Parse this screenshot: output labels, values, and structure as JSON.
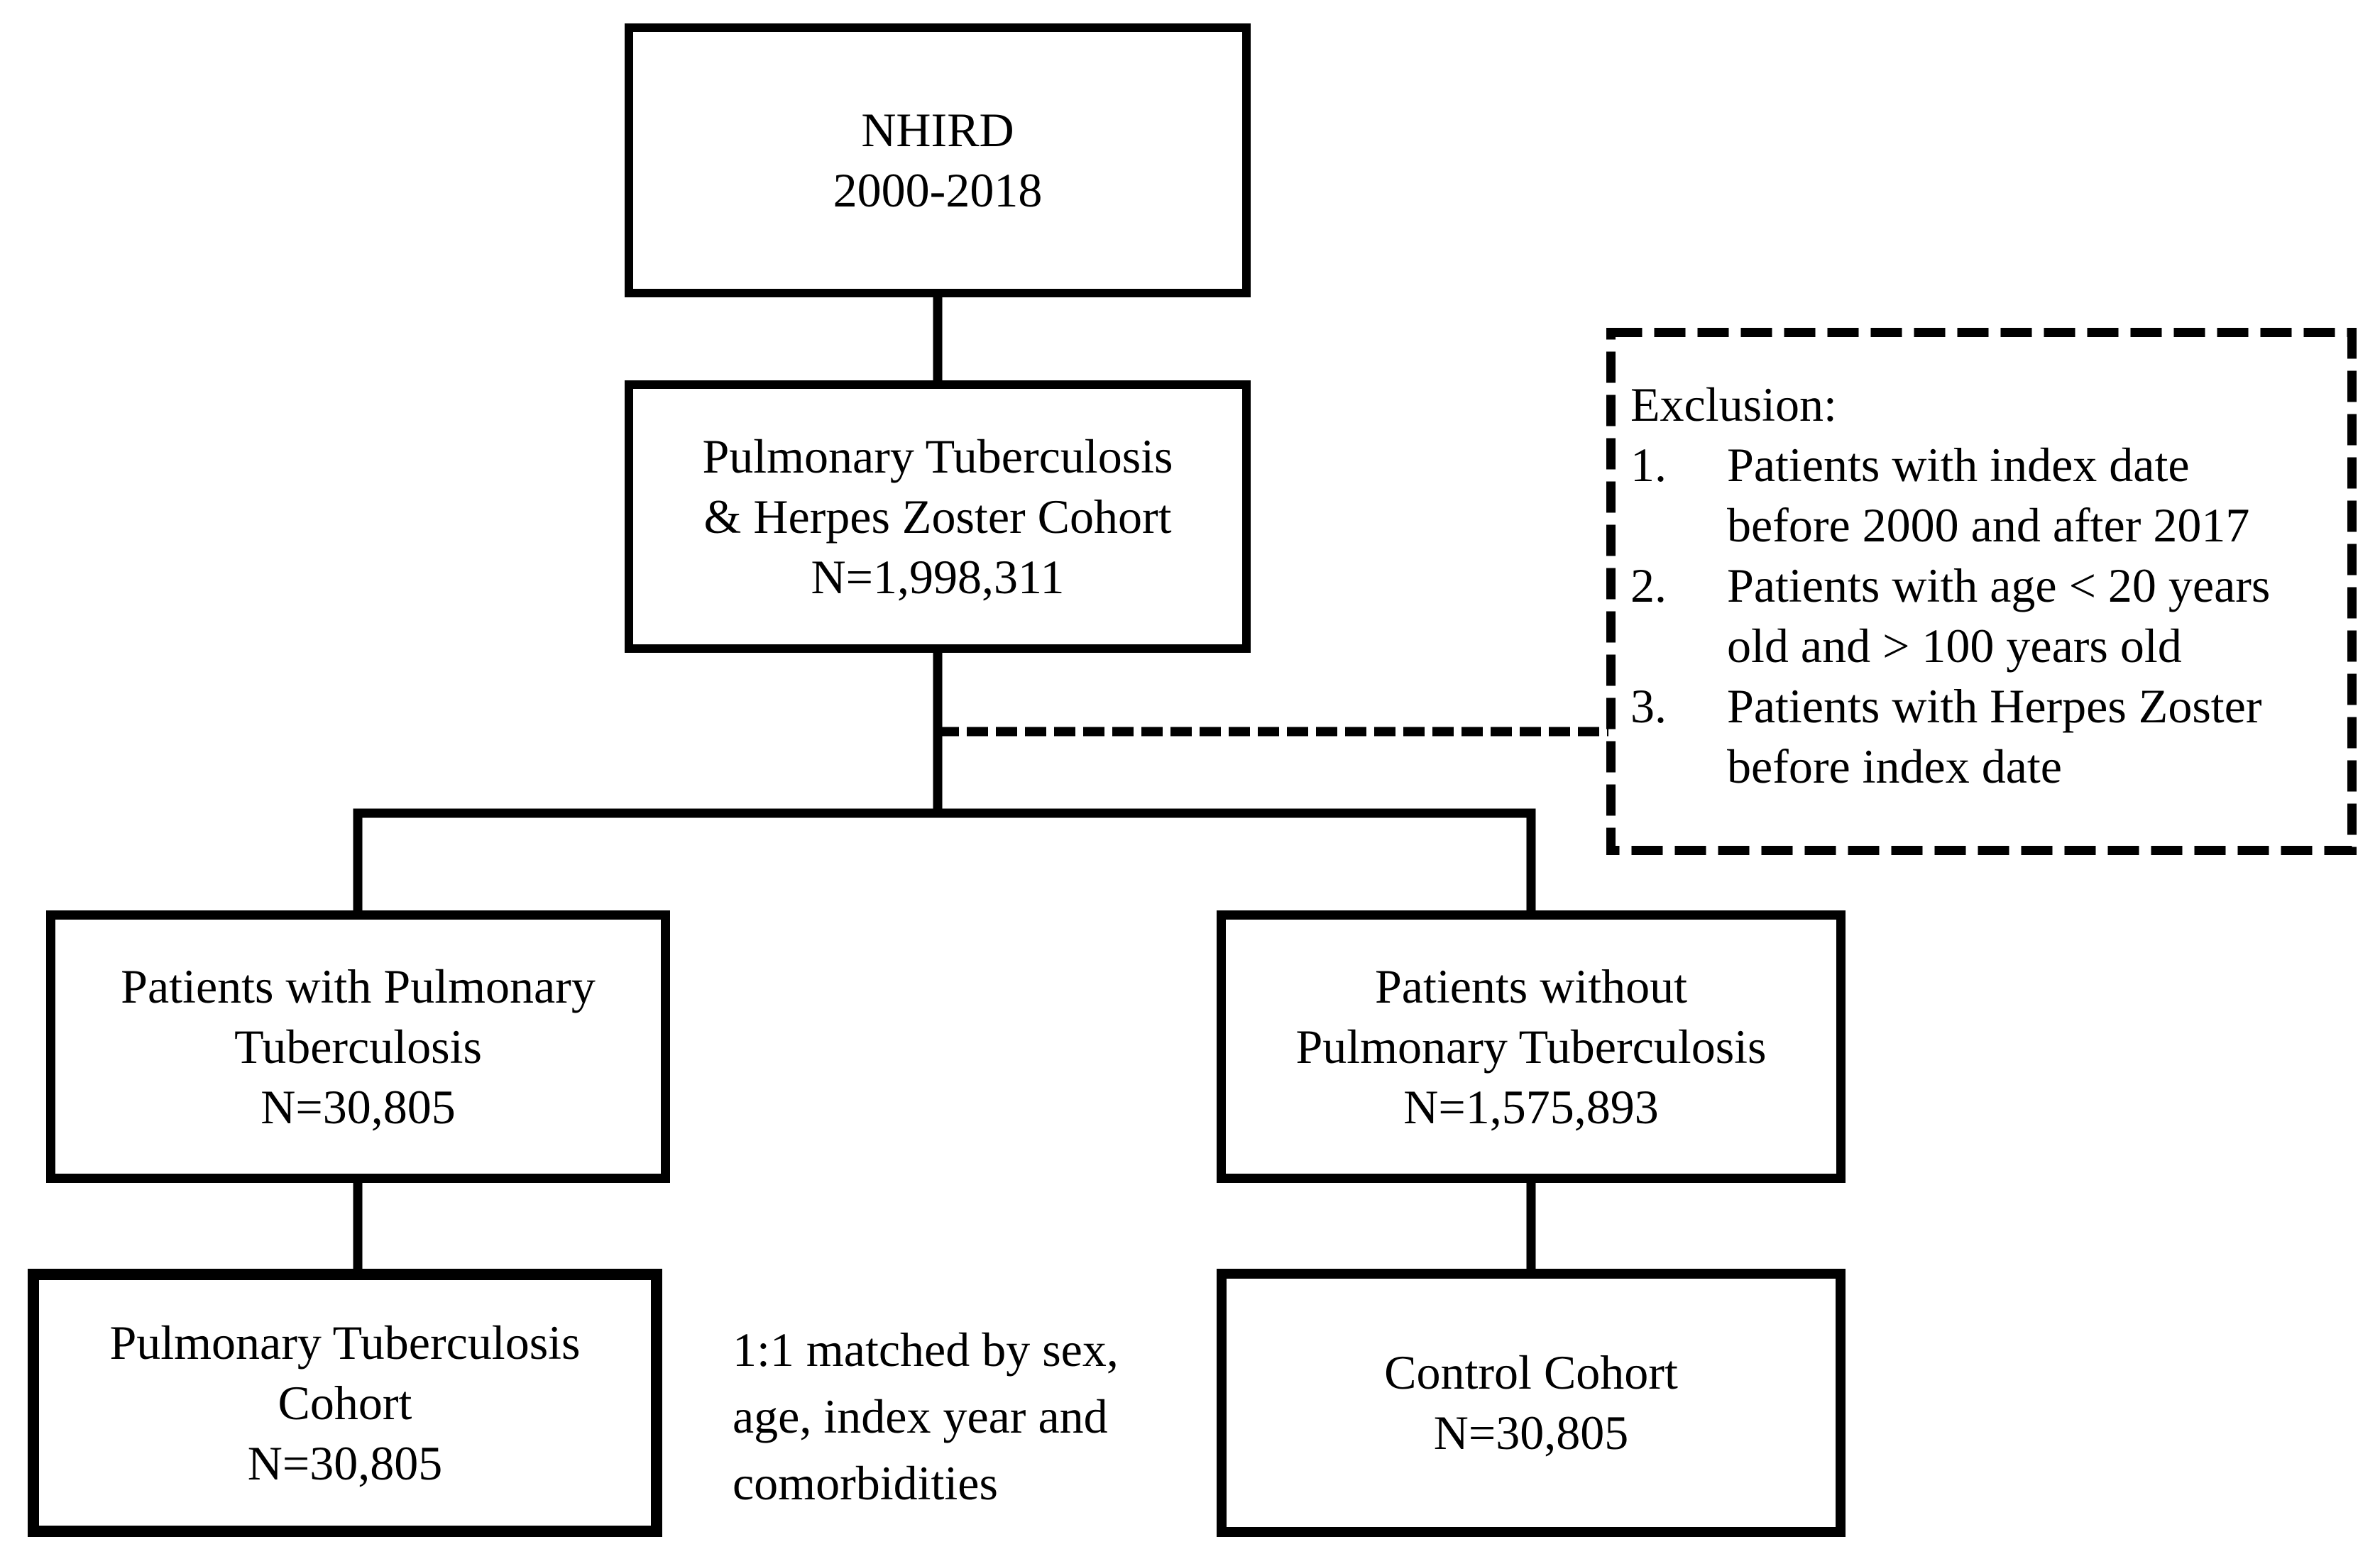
{
  "figure": {
    "background_color": "#ffffff",
    "line_color": "#000000",
    "nhird_box": {
      "lines": [
        "NHIRD",
        "2000-2018"
      ]
    },
    "source_cohort_box": {
      "lines": [
        "Pulmonary Tuberculosis",
        "& Herpes Zoster Cohort",
        "N=1,998,311"
      ]
    },
    "exclusion_panel": {
      "title": "Exclusion:",
      "items": [
        {
          "number": "1.",
          "lines": [
            "Patients with index date",
            "before 2000 and after 2017"
          ]
        },
        {
          "number": "2.",
          "lines": [
            "Patients with age < 20 years",
            "old and > 100 years old"
          ]
        },
        {
          "number": "3.",
          "lines": [
            "Patients with Herpes Zoster",
            "before index date"
          ]
        }
      ]
    },
    "with_pt_box": {
      "lines": [
        "Patients with Pulmonary",
        "Tuberculosis",
        "N=30,805"
      ]
    },
    "without_pt_box": {
      "lines": [
        "Patients without",
        "Pulmonary Tuberculosis",
        "N=1,575,893"
      ]
    },
    "pt_cohort_box": {
      "lines": [
        "Pulmonary Tuberculosis",
        "Cohort",
        "N=30,805"
      ]
    },
    "control_cohort_box": {
      "lines": [
        "Control Cohort",
        "N=30,805"
      ]
    },
    "matching_note": {
      "lines": [
        "1:1 matched by sex,",
        "age, index year and",
        "comorbidities"
      ]
    }
  }
}
